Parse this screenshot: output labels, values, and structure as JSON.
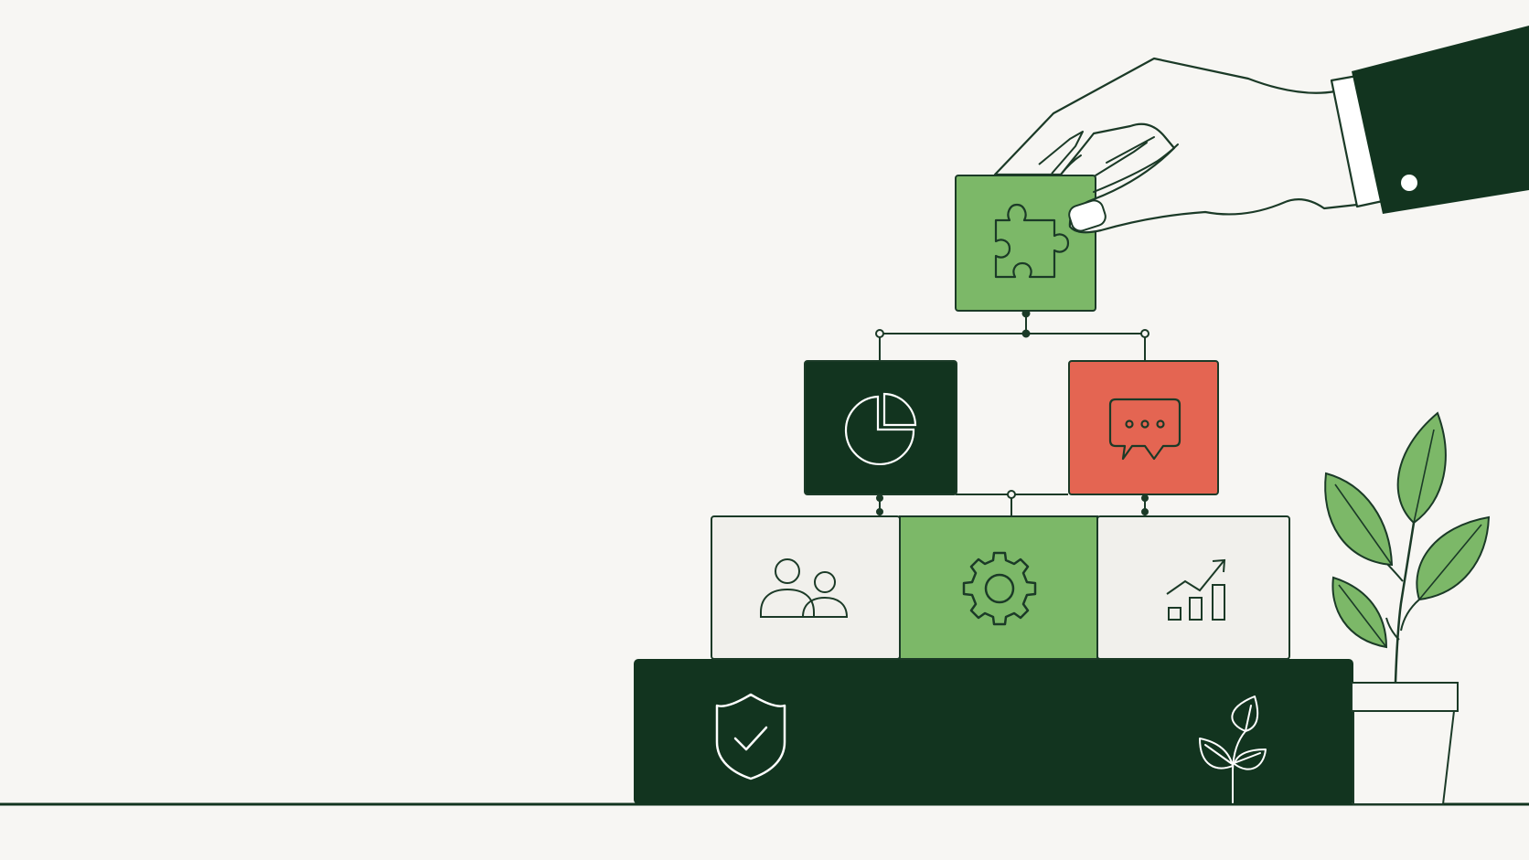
{
  "colors": {
    "background": "#f7f6f3",
    "dark_green": "#12341f",
    "mid_green": "#7cb868",
    "coral": "#e46552",
    "light_block": "#f1f0ec",
    "outline": "#1b3a27",
    "white": "#ffffff"
  },
  "illustration": {
    "top_block": {
      "fill": "mid_green",
      "icon": "puzzle-icon"
    },
    "second_row": [
      {
        "fill": "dark_green",
        "icon": "pie-chart-icon"
      },
      {
        "fill": "coral",
        "icon": "chat-bubble-icon"
      }
    ],
    "third_row": [
      {
        "fill": "light_block",
        "icon": "people-icon"
      },
      {
        "fill": "mid_green",
        "icon": "gear-icon"
      },
      {
        "fill": "light_block",
        "icon": "growth-chart-icon"
      }
    ],
    "base_block": {
      "fill": "dark_green",
      "icons": [
        "shield-check-icon",
        "sprout-icon"
      ]
    },
    "decor": [
      "hand-icon",
      "potted-plant-icon"
    ]
  }
}
